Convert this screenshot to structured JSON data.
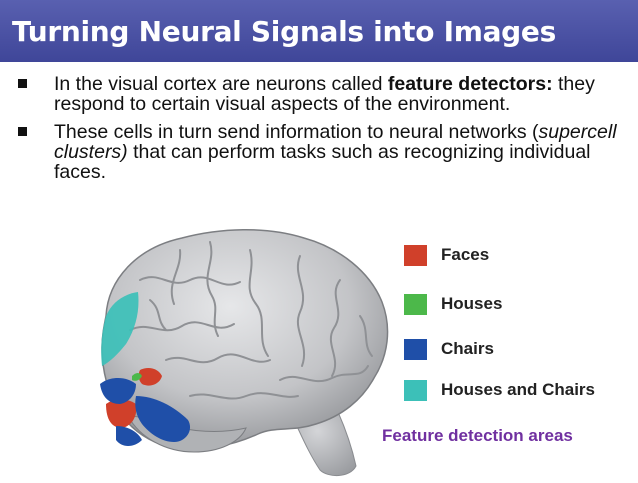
{
  "slide": {
    "title": "Turning Neural Signals into Images"
  },
  "bullets": [
    {
      "pre": "In the visual cortex are neurons called ",
      "bold": "feature detectors:",
      "post": "  they respond to certain visual aspects of the environment."
    },
    {
      "pre": "These cells in turn send information to neural networks (",
      "italic": "supercell clusters)",
      "post": " that can perform tasks such as recognizing individual faces."
    }
  ],
  "legend": {
    "items": [
      {
        "label": "Faces",
        "color": "#d0402a"
      },
      {
        "label": "Houses",
        "color": "#4cb84a"
      },
      {
        "label": "Chairs",
        "color": "#1f4fa8"
      },
      {
        "label": "Houses and Chairs",
        "color": "#3cc0b8"
      }
    ]
  },
  "caption": {
    "text": "Feature detection areas",
    "color": "#7030a0"
  },
  "colors": {
    "title_bar": "#464da0",
    "brain": "#c9cacc"
  },
  "icons": {
    "bullet": "square-bullet-icon"
  }
}
